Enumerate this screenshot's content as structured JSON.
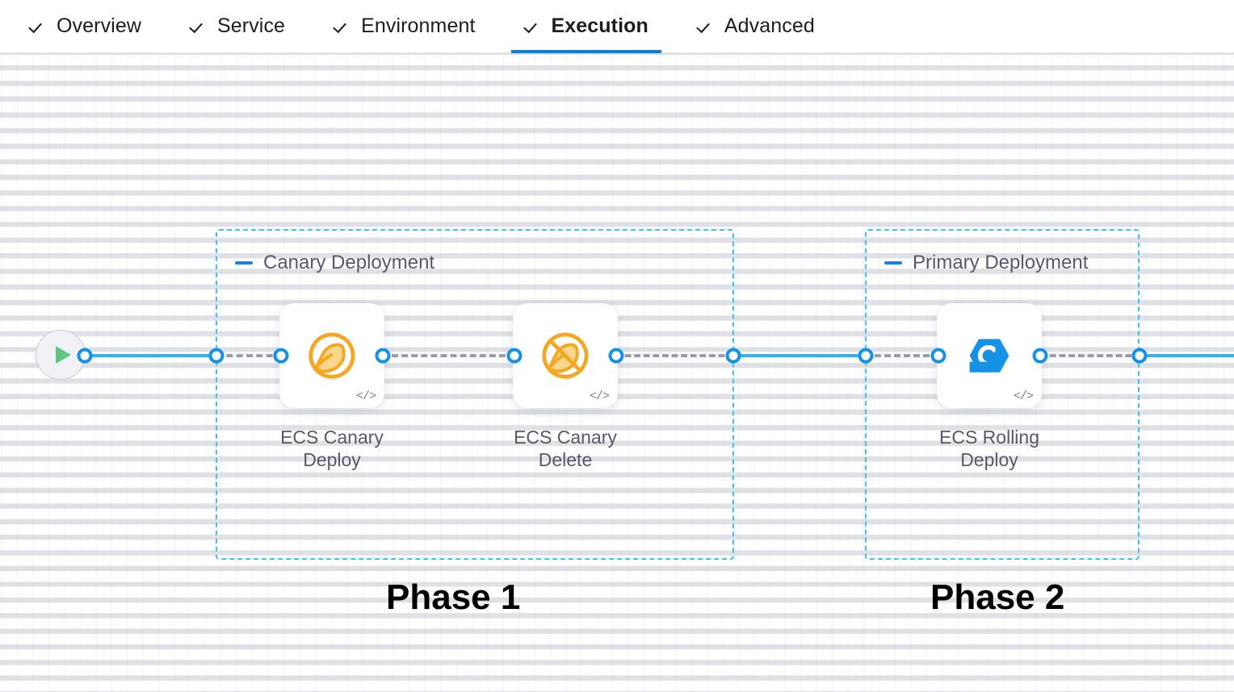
{
  "header": {
    "tabs": [
      {
        "label": "Overview",
        "icon": "check-icon",
        "active": false
      },
      {
        "label": "Service",
        "icon": "check-icon",
        "active": false
      },
      {
        "label": "Environment",
        "icon": "check-icon",
        "active": false
      },
      {
        "label": "Execution",
        "icon": "check-icon",
        "active": true
      },
      {
        "label": "Advanced",
        "icon": "check-icon",
        "active": false
      }
    ],
    "active_tab": "Execution",
    "active_underline_color": "#0b7fd4"
  },
  "canvas": {
    "start_node": {
      "icon": "play-icon",
      "color": "#5fc77f"
    },
    "groups": [
      {
        "id": "canary-deployment",
        "title": "Canary Deployment",
        "collapse_icon": "minus-icon",
        "border_color": "#3fc2f0",
        "phase_label": "Phase 1"
      },
      {
        "id": "primary-deployment",
        "title": "Primary Deployment",
        "collapse_icon": "minus-icon",
        "border_color": "#3fc2f0",
        "phase_label": "Phase 2"
      }
    ],
    "steps": [
      {
        "id": "ecs-canary-deploy",
        "label": "ECS Canary Deploy",
        "icon": "canary-bird-icon",
        "icon_color": "#F5A623",
        "code_badge": "</>"
      },
      {
        "id": "ecs-canary-delete",
        "label": "ECS Canary Delete",
        "icon": "canary-bird-delete-icon",
        "icon_color": "#F5A623",
        "code_badge": "</>"
      },
      {
        "id": "ecs-rolling-deploy",
        "label": "ECS Rolling Deploy",
        "icon": "rolling-deploy-icon",
        "icon_color": "#1592E6",
        "code_badge": "</>"
      }
    ],
    "connector_colors": {
      "solid_line": "#29b6f6",
      "dashed_line": "#9a9bb0",
      "node_ring": "#1592e6"
    }
  }
}
